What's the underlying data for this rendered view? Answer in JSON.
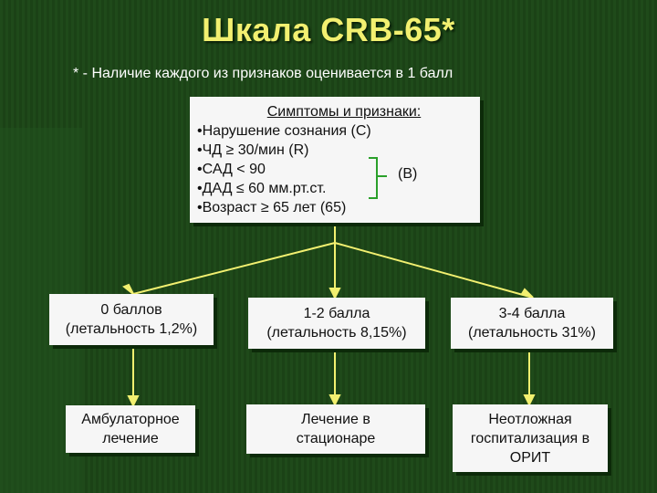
{
  "title": "Шкала CRB-65*",
  "note": "* - Наличие каждого из признаков оценивается в 1 балл",
  "symptoms": {
    "heading": "Симптомы и признаки:",
    "items": [
      "Нарушение сознания (С)",
      "ЧД ≥ 30/мин (R)",
      "САД < 90",
      "ДАД ≤ 60 мм.рт.ст.",
      "Возраст ≥ 65 лет (65)"
    ],
    "bracket_label": "(B)"
  },
  "scores": [
    {
      "points": "0 баллов",
      "mortality": "(летальность 1,2%)"
    },
    {
      "points": "1-2 балла",
      "mortality": "(летальность 8,15%)"
    },
    {
      "points": "3-4 балла",
      "mortality": "(летальность 31%)"
    }
  ],
  "outcomes": [
    {
      "line1": "Амбулаторное",
      "line2": "лечение",
      "line3": ""
    },
    {
      "line1": "Лечение в",
      "line2": "стационаре",
      "line3": ""
    },
    {
      "line1": "Неотложная",
      "line2": "госпитализация в",
      "line3": "ОРИТ"
    }
  ],
  "colors": {
    "background": "#1e4619",
    "title": "#f2f070",
    "connector": "#f2f070",
    "box": "#f6f6f6"
  }
}
